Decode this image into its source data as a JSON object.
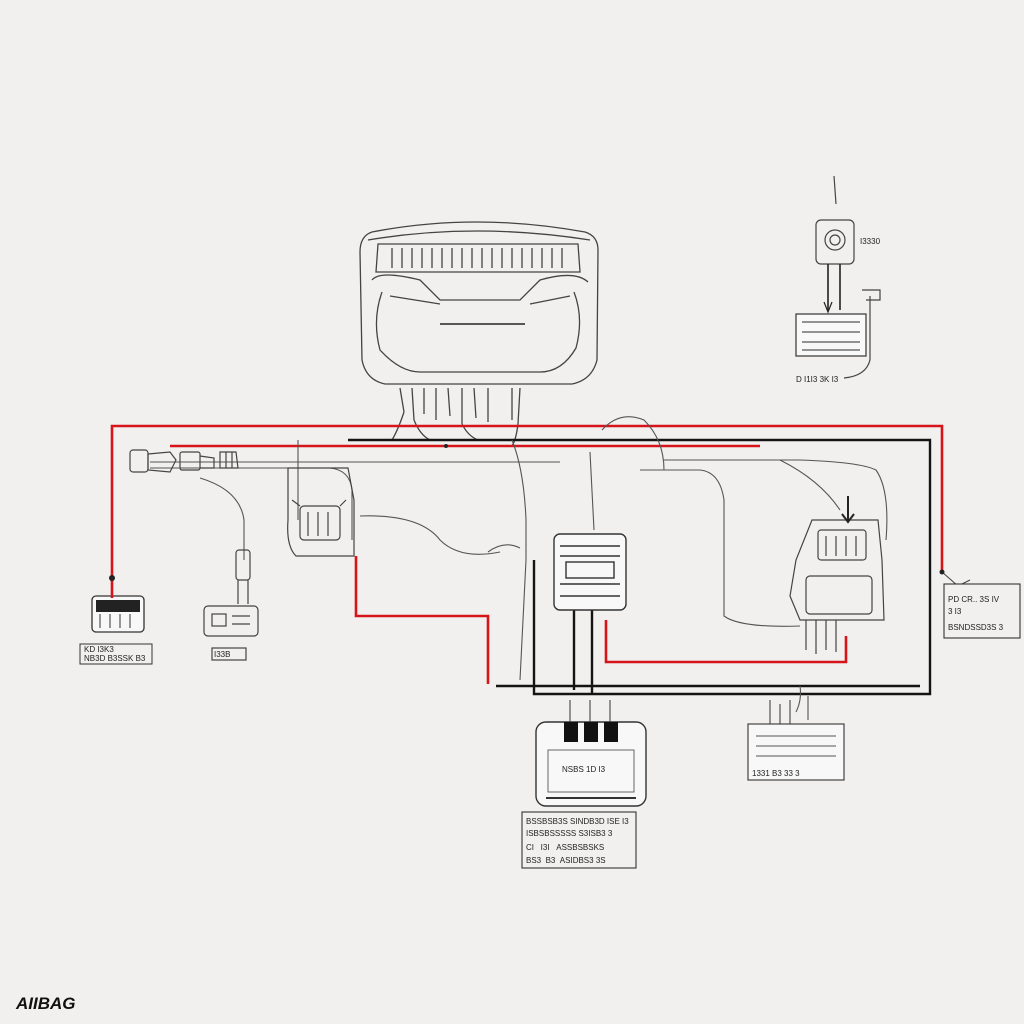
{
  "colors": {
    "background": "#f1f0ef",
    "wire_red": "#d8141b",
    "wire_black": "#141414",
    "line_gray": "#555555"
  },
  "corner_label": "AIIBAG",
  "labels": {
    "left_box": "KD I3K3              ",
    "left_box_line2": "NB3D B3SSK B3",
    "left_sensor": "I33B",
    "top_right_chip": "I3330",
    "top_right_module": "D I1I3 3K I3",
    "right_box_line1": "PD CR.. 3S IV",
    "right_box_line2": "3 I3",
    "right_box_line3": "BSNDSSD3S 3",
    "center_module": "NSBS 1D I3",
    "bottom_right_box": "1331 B3 33 3",
    "bottom_caption_line1": "BSSBSB3S SINDB3D ISE I3",
    "bottom_caption_line2": "ISBSBSSSSS S3ISB3 3",
    "bottom_caption_line3": "CI   I3I   ASSBSBSKS",
    "bottom_caption_line4": "BS3  B3  ASIDBS3 3S"
  },
  "icons": [
    "dashboard-unit-icon",
    "connector-plug-icon",
    "control-module-icon",
    "relay-block-icon",
    "airbag-sensor-icon",
    "battery-module-icon",
    "camera-sensor-icon"
  ]
}
